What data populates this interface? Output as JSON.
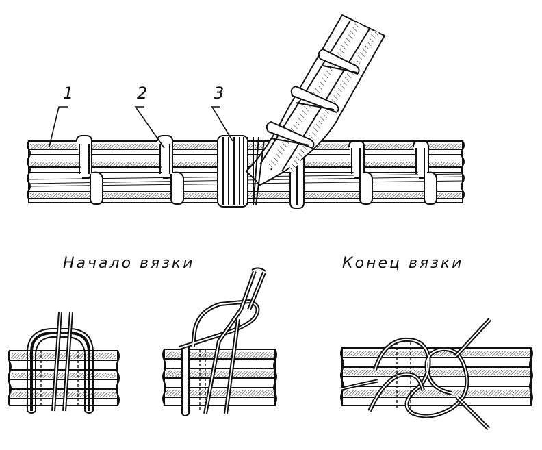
{
  "callouts": [
    "1",
    "2",
    "3"
  ],
  "captions": {
    "start": "Начало вязки",
    "end": "Конец вязки"
  },
  "colors": {
    "ink": "#111111",
    "paper": "#ffffff",
    "hatch": "#333333"
  }
}
